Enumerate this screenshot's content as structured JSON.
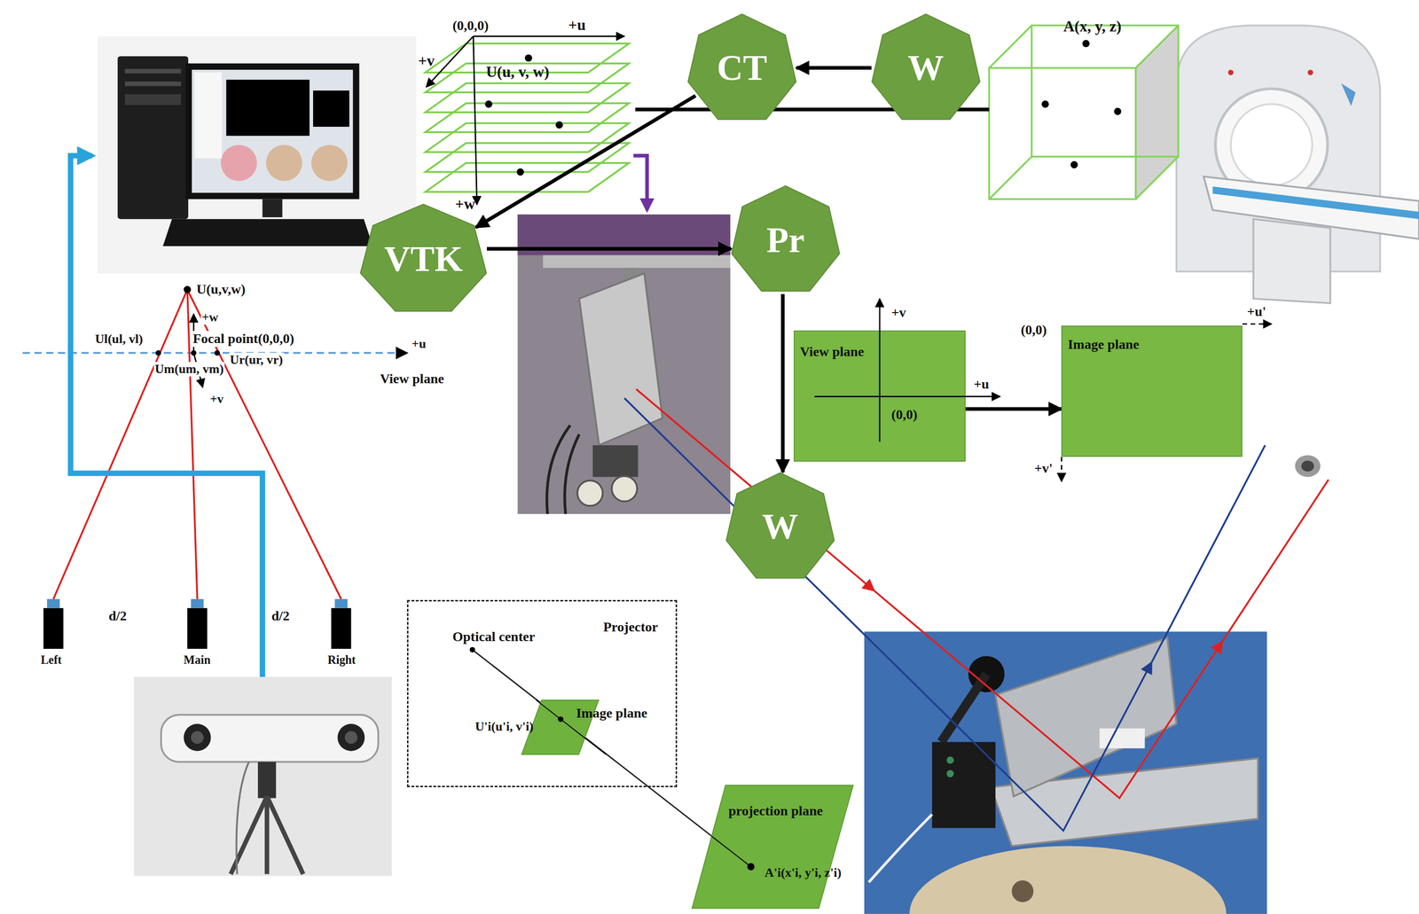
{
  "diagram": {
    "nodes": [
      {
        "text": [
          "U(u, v, w)"
        ]
      },
      {
        "text": [
          "CT"
        ]
      },
      {
        "text": [
          "W"
        ]
      },
      {
        "text": [
          "A(x, y, z)"
        ]
      },
      {
        "text": [
          "VTK"
        ]
      },
      {
        "text": [
          "Pr"
        ]
      },
      {
        "text": [
          "View plane",
          "(0,0)"
        ]
      },
      {
        "text": [
          "Image plane"
        ]
      },
      {
        "text": [
          "W"
        ]
      },
      {
        "text": [
          "Projector"
        ]
      },
      {
        "text": [
          "Image plane"
        ],
        "in": 9
      },
      {
        "text": [
          "projection plane"
        ]
      }
    ],
    "edges": [
      {
        "from": 2,
        "to": 1,
        "arrow": "to"
      },
      {
        "from": 0,
        "to": 3,
        "arrow": "none"
      },
      {
        "from": 1,
        "to": 4,
        "arrow": "to"
      },
      {
        "from": 4,
        "to": 5,
        "arrow": "to"
      },
      {
        "from": 5,
        "to": 8,
        "arrow": "to"
      },
      {
        "from": 6,
        "to": 7,
        "arrow": "to"
      }
    ],
    "labels": [
      "(0,0,0)",
      "+u",
      "+v",
      "+w",
      "+v",
      "+u",
      "(0,0)",
      "+u'",
      "+v'",
      "U(u,v,w)",
      "+w",
      "Focal point(0,0,0)",
      "Ul(ul, vl)",
      "+u",
      "Um(um, vm)",
      "Ur(ur, vr)",
      "+v",
      "View plane",
      "d/2",
      "d/2",
      "Left",
      "Main",
      "Right",
      "Optical center",
      "U'i(u'i, v'i)",
      "A'i(x'i, y'i, z'i)"
    ]
  }
}
